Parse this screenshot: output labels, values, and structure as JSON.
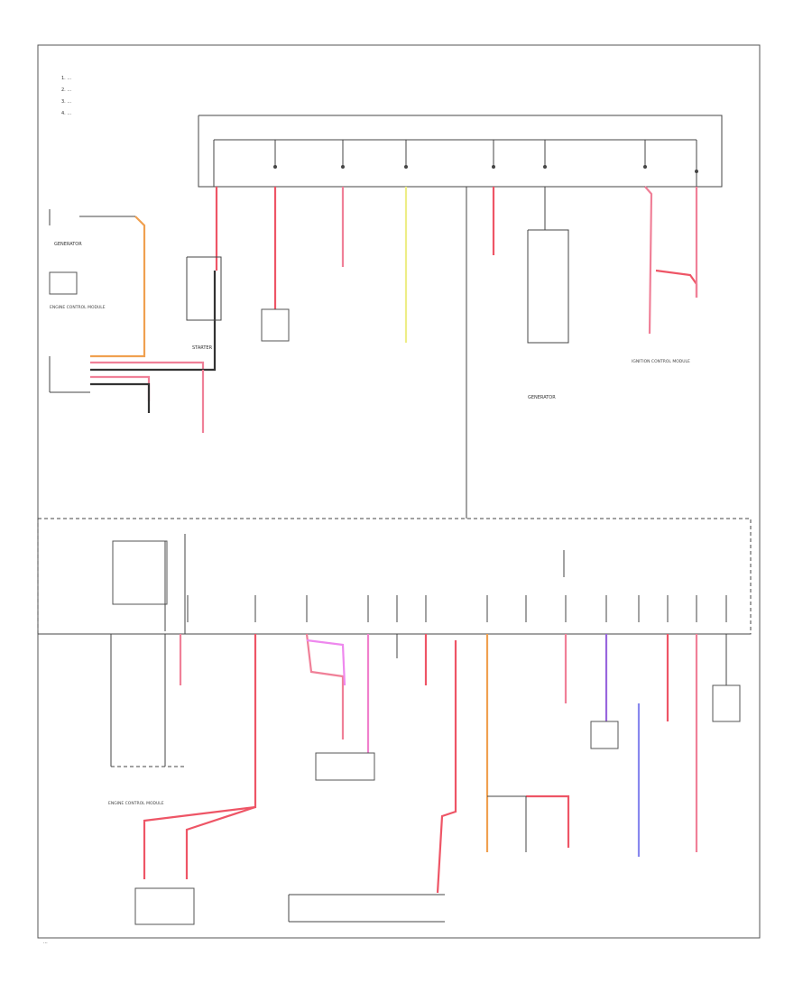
{
  "legend": {
    "items": [
      "1. ...",
      "2. ...",
      "3. ...",
      "4. ..."
    ]
  },
  "components": {
    "generator": "GENERATOR",
    "starter": "STARTER",
    "engine_control_module": "ENGINE CONTROL MODULE",
    "ignition_control_module": "IGNITION CONTROL MODULE"
  },
  "page_ref": "...",
  "colors": {
    "red": "#ee5566",
    "pink": "#f08098",
    "orange": "#f0a050",
    "yellow": "#eeee88",
    "violet": "#9966dd",
    "blue": "#8888ee",
    "black": "#333333",
    "frame": "#555555"
  }
}
